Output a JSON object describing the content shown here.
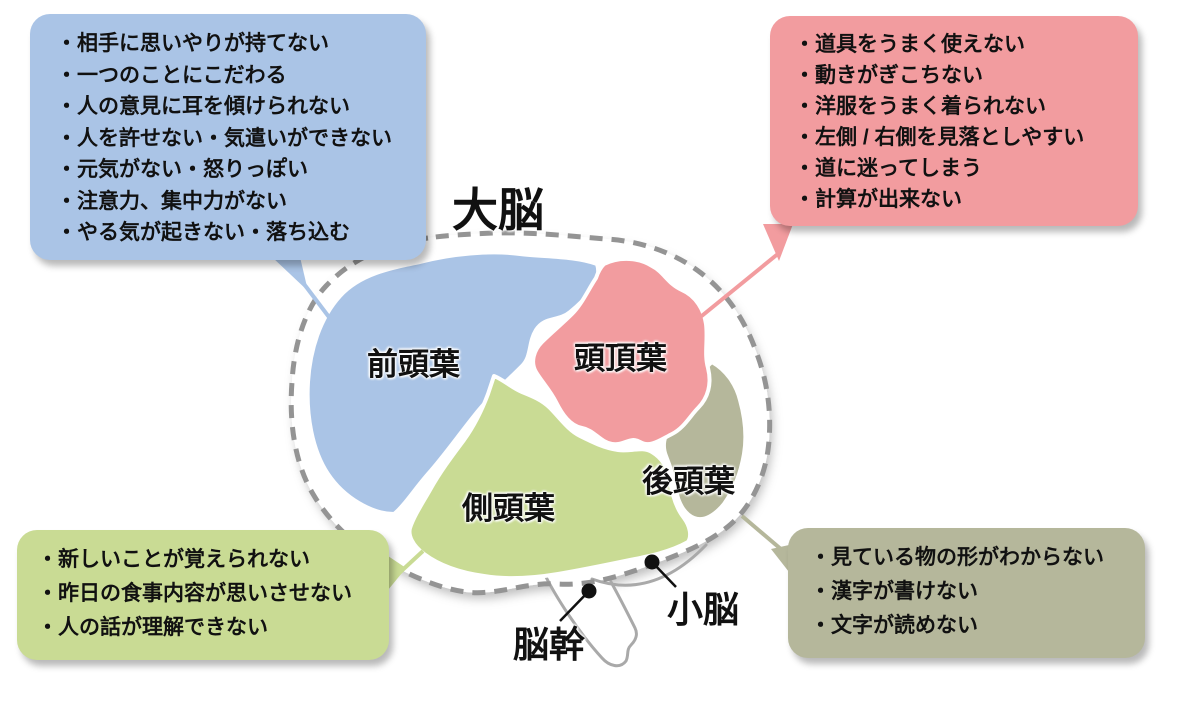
{
  "title": "大脳",
  "brain": {
    "lobes": [
      {
        "id": "frontal",
        "label": "前頭葉",
        "color": "#aac4e6"
      },
      {
        "id": "parietal",
        "label": "頭頂葉",
        "color": "#f29c9f"
      },
      {
        "id": "temporal",
        "label": "側頭葉",
        "color": "#c9db94"
      },
      {
        "id": "occipital",
        "label": "後頭葉",
        "color": "#b5b79b"
      }
    ],
    "cerebellum_label": "小脳",
    "brainstem_label": "脳幹",
    "outline_color": "#949494",
    "stem_outline_color": "#a9a9a9"
  },
  "callouts": {
    "frontal": {
      "color": "#aac4e6",
      "items": [
        "・相手に思いやりが持てない",
        "・一つのことにこだわる",
        "・人の意見に耳を傾けられない",
        "・人を許せない・気遣いができない",
        "・元気がない・怒りっぽい",
        "・注意力、集中力がない",
        "・やる気が起きない・落ち込む"
      ]
    },
    "parietal": {
      "color": "#f29c9f",
      "items": [
        "・道具をうまく使えない",
        "・動きがぎこちない",
        "・洋服をうまく着られない",
        "・左側 / 右側を見落としやすい",
        "・道に迷ってしまう",
        "・計算が出来ない"
      ]
    },
    "temporal": {
      "color": "#c9db94",
      "items": [
        "・新しいことが覚えられない",
        "・昨日の食事内容が思いさせない",
        "・人の話が理解できない"
      ]
    },
    "occipital": {
      "color": "#b5b79b",
      "items": [
        "・見ている物の形がわからない",
        "・漢字が書けない",
        "・文字が読めない"
      ]
    }
  }
}
